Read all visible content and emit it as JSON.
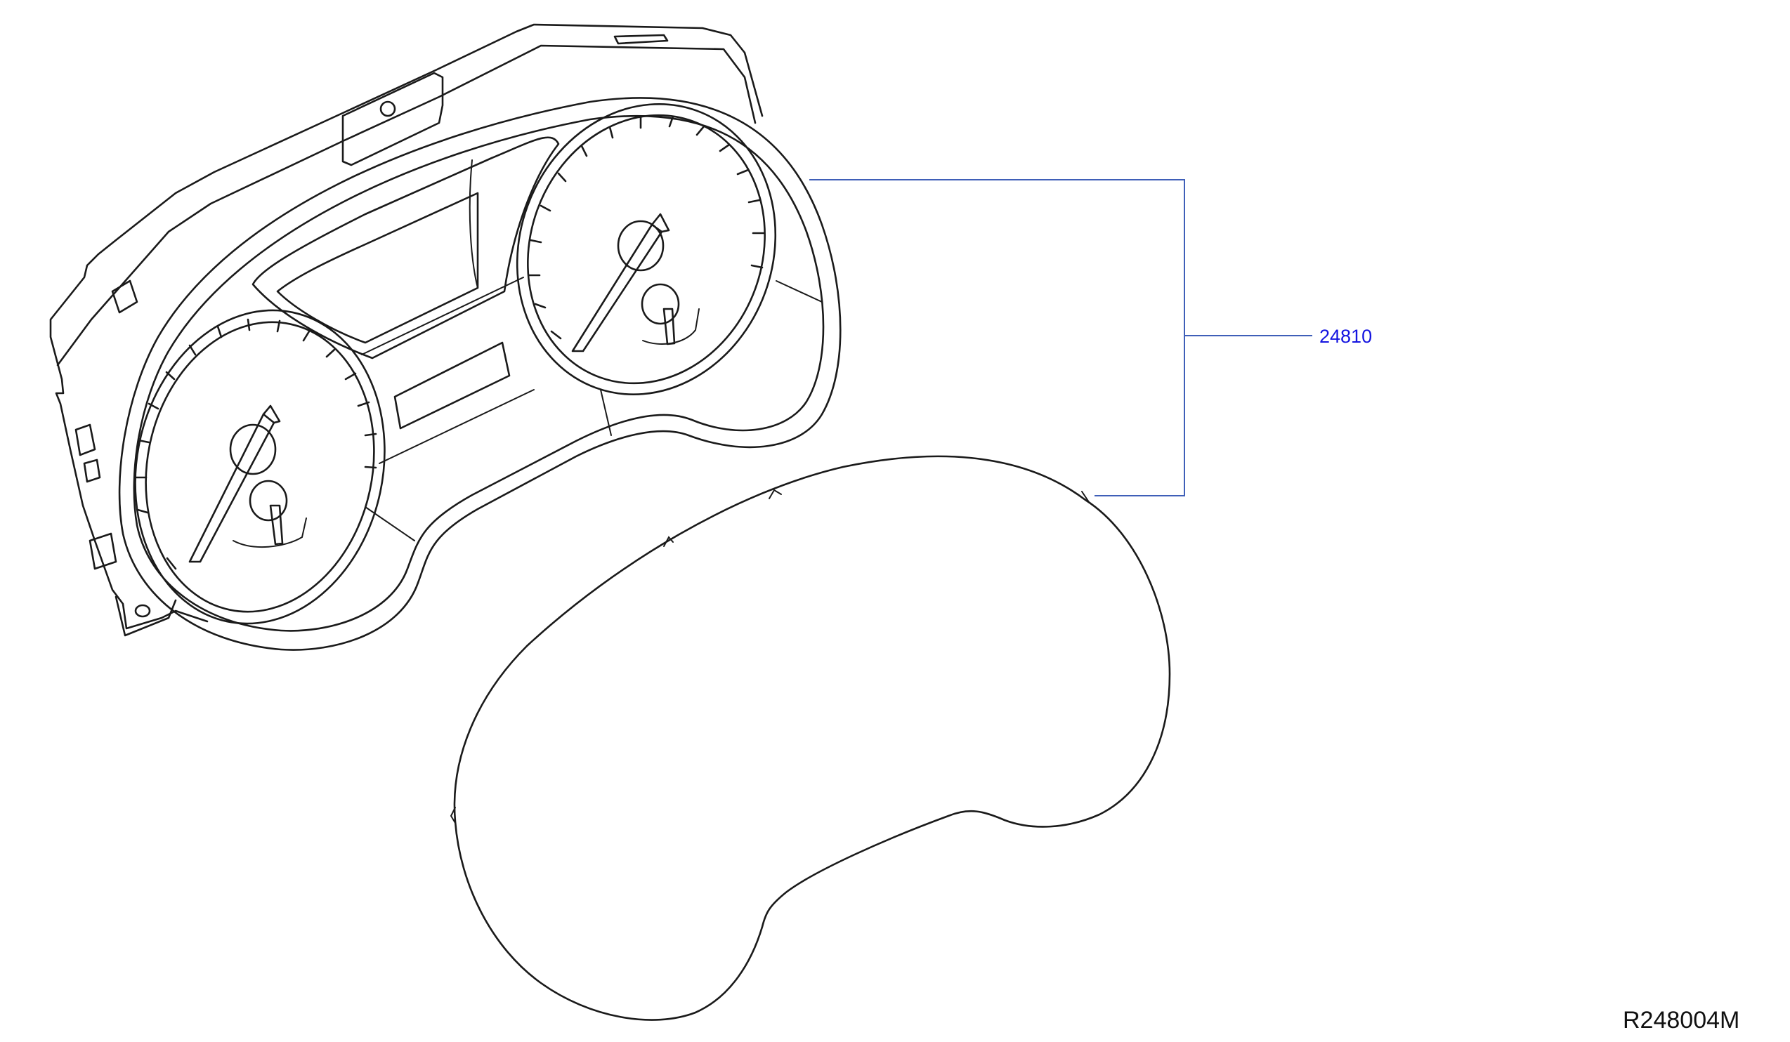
{
  "diagram": {
    "callouts": [
      {
        "id": "part-24810",
        "label": "24810"
      }
    ],
    "reference_code": "R248004M",
    "colors": {
      "line": "#1a1a1a",
      "leader": "#3f5fb8",
      "callout_text": "#1414e0"
    },
    "parts": [
      {
        "name": "instrument-cluster",
        "callout": "24810"
      },
      {
        "name": "cluster-front-lens",
        "callout": "24810"
      }
    ]
  }
}
